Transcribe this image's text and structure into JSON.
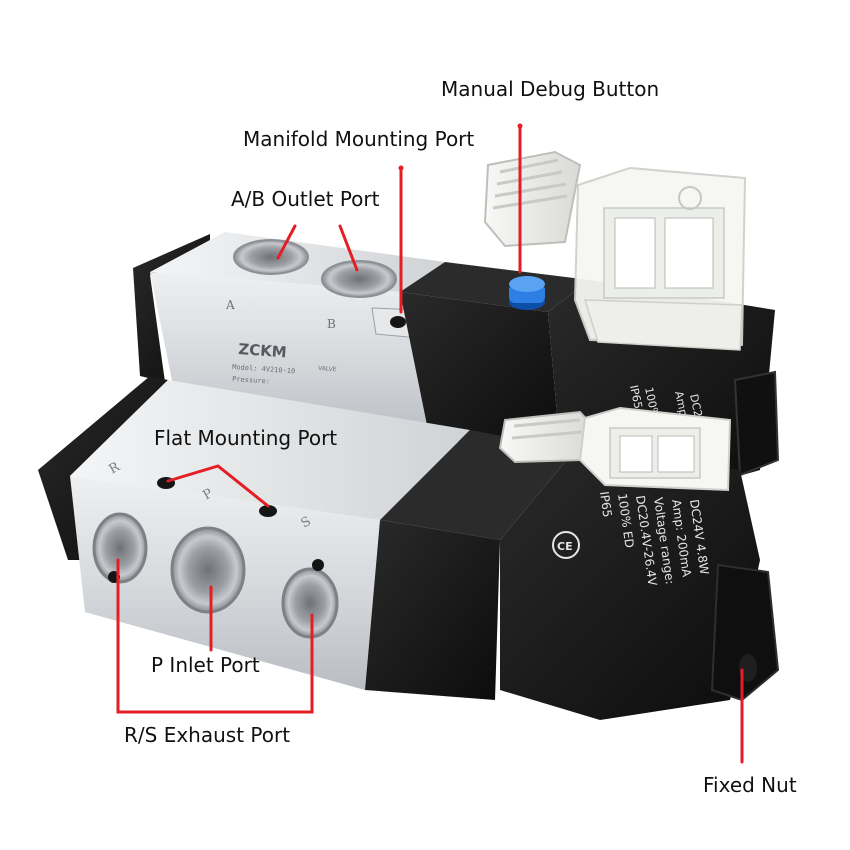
{
  "callouts": {
    "manual_debug_button": "Manual Debug Button",
    "manifold_mounting_port": "Manifold Mounting Port",
    "ab_outlet_port": "A/B Outlet Port",
    "flat_mounting_port": "Flat Mounting Port",
    "p_inlet_port": "P Inlet Port",
    "rs_exhaust_port": "R/S Exhaust Port",
    "fixed_nut": "Fixed Nut"
  },
  "product_markings": {
    "brand": "ZCKM",
    "valve_word": "VALVE",
    "model_text": "Model: 4V210-10",
    "pressure_text": "Pressure:",
    "port_a": "A",
    "port_b": "B",
    "port_r": "R",
    "port_p": "P",
    "port_s": "S"
  },
  "coil_markings": {
    "line1": "DC24V  4.8W",
    "line2": "Amp: 200mA",
    "line3": "Voltage range:",
    "line4": "DC20.4V-26.4V",
    "line5": "100% ED",
    "line6": "IP65",
    "ce": "CE"
  },
  "colors": {
    "leader_line": "#e31e24",
    "valve_body": "#c9ccd0",
    "coil_black": "#151515",
    "debug_button": "#1f6fd6"
  }
}
